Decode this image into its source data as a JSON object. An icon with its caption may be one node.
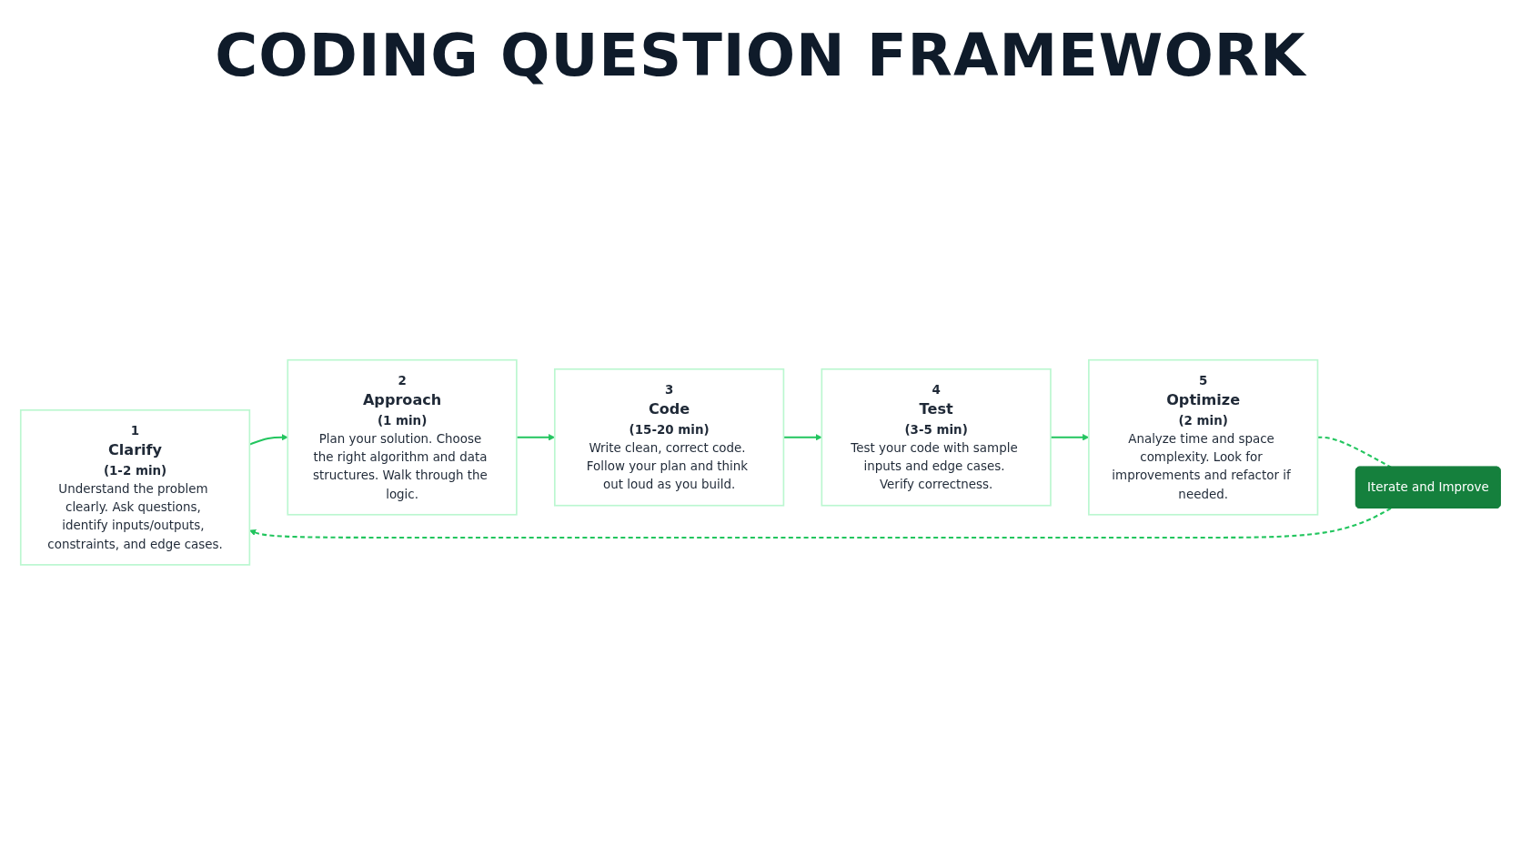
{
  "diagram": {
    "title": "CODING QUESTION FRAMEWORK",
    "nodes": [
      {
        "text": [
          "1",
          "Clarify",
          "(1-2 min)",
          "Understand the problem clearly. Ask questions, identify inputs/outputs, constraints, and edge cases."
        ]
      },
      {
        "text": [
          "2",
          "Approach",
          "(1 min)",
          "Plan your solution. Choose the right algorithm and data structures. Walk through the logic."
        ]
      },
      {
        "text": [
          "3",
          "Code",
          "(15-20 min)",
          "Write clean, correct code. Follow your plan and think out loud as you build."
        ]
      },
      {
        "text": [
          "4",
          "Test",
          "(3-5 min)",
          "Test your code with sample inputs and edge cases. Verify correctness."
        ]
      },
      {
        "text": [
          "5",
          "Optimize",
          "(2 min)",
          "Analyze time and space complexity. Look for improvements and refactor if needed."
        ]
      },
      {
        "text": [
          "Iterate and Improve"
        ]
      }
    ],
    "edges": [
      {
        "from": 0,
        "to": 1,
        "arrow": "to"
      },
      {
        "from": 1,
        "to": 2,
        "arrow": "to"
      },
      {
        "from": 2,
        "to": 3,
        "arrow": "to"
      },
      {
        "from": 3,
        "to": 4,
        "arrow": "to"
      },
      {
        "from": 4,
        "to": 5,
        "arrow": "none",
        "style": "dashed"
      },
      {
        "from": 5,
        "to": 0,
        "arrow": "to",
        "style": "dashed"
      }
    ]
  }
}
